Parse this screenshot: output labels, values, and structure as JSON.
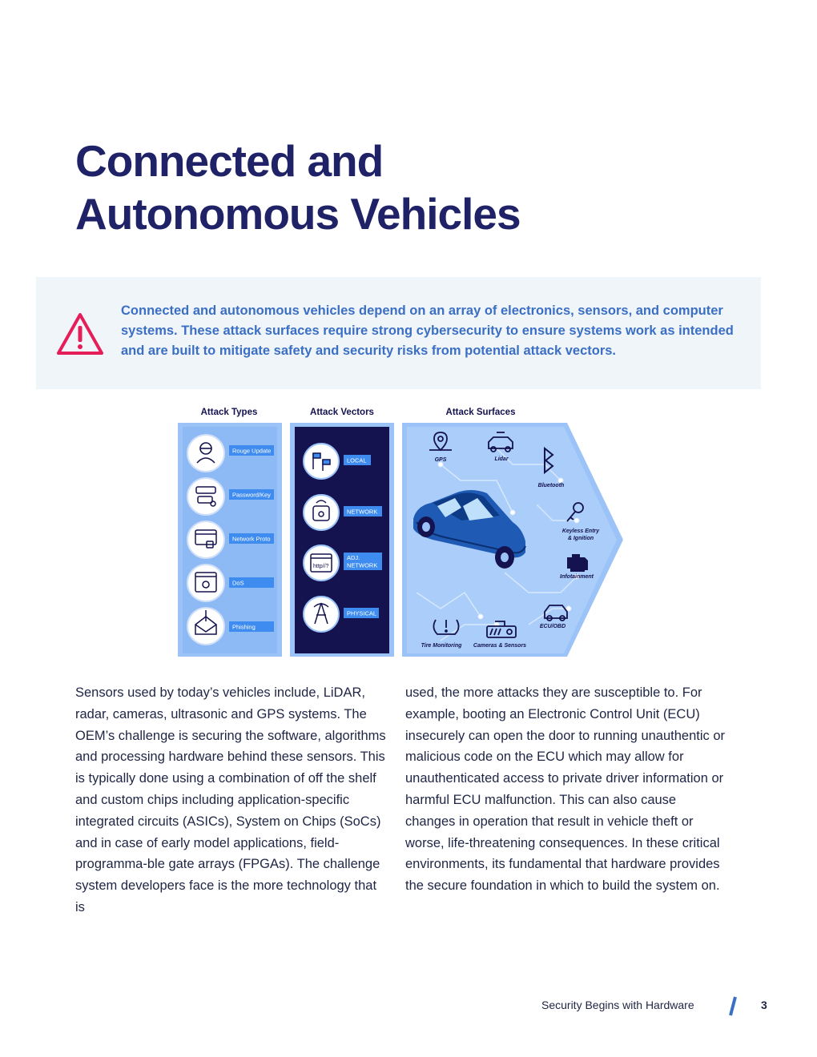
{
  "title": {
    "line1": "Connected and",
    "line2": "Autonomous Vehicles"
  },
  "callout": {
    "icon": "warning-triangle-icon",
    "text": "Connected and autonomous vehicles depend on an array of electronics, sensors, and computer systems. These attack surfaces require strong cybersecurity to ensure systems work as intended and are built to mitigate safety and security risks from potential attack vectors."
  },
  "infographic": {
    "attack_types": {
      "heading": "Attack Types",
      "items": [
        "Rouge Update",
        "Password/Key",
        "Network Proto",
        "DoS",
        "Phishing"
      ]
    },
    "attack_vectors": {
      "heading": "Attack Vectors",
      "items": [
        {
          "line1": "LOCAL",
          "line2": ""
        },
        {
          "line1": "NETWORK",
          "line2": ""
        },
        {
          "line1": "ADJ.",
          "line2": "NETWORK"
        },
        {
          "line1": "PHYSICAL",
          "line2": ""
        }
      ]
    },
    "attack_surfaces": {
      "heading": "Attack Surfaces",
      "gps": "GPS",
      "lidar": "Lidar",
      "bluetooth": "Bluetooth",
      "keyless_line1": "Keyless Entry",
      "keyless_line2": "& Ignition",
      "infotainment": "Infotainment",
      "ecu_obd": "ECU/OBD",
      "tire_monitoring": "Tire Monitoring",
      "cameras_sensors": "Cameras & Sensors"
    },
    "colors": {
      "light_blue": "#9cc3f7",
      "navy": "#14124f",
      "label_blue": "#3f8cf0"
    }
  },
  "body": {
    "left": "Sensors used by today’s vehicles include, LiDAR, radar, cameras, ultrasonic and GPS systems. The OEM’s challenge is securing the software, algorithms and processing hardware behind these sensors. This is typically done using a combination of off the shelf and custom chips including application-specific integrated circuits (ASICs), System on Chips (SoCs) and in case of early model applications, field-programma-ble gate arrays (FPGAs). The challenge system developers face is the more technology that is",
    "right": "used, the more attacks they are susceptible to. For example, booting an Electronic Control Unit (ECU) insecurely can open the door to running unauthentic or malicious code on the ECU which may allow for unauthenticated access to private driver information or harmful ECU malfunction. This can also cause changes in operation that result in vehicle theft or worse, life-threatening consequences. In these critical environments, its fundamental that hardware provides the secure foundation in which to build the system on."
  },
  "footer": {
    "label": "Security Begins with Hardware",
    "page": "3",
    "accent": "#3b6fc4"
  }
}
